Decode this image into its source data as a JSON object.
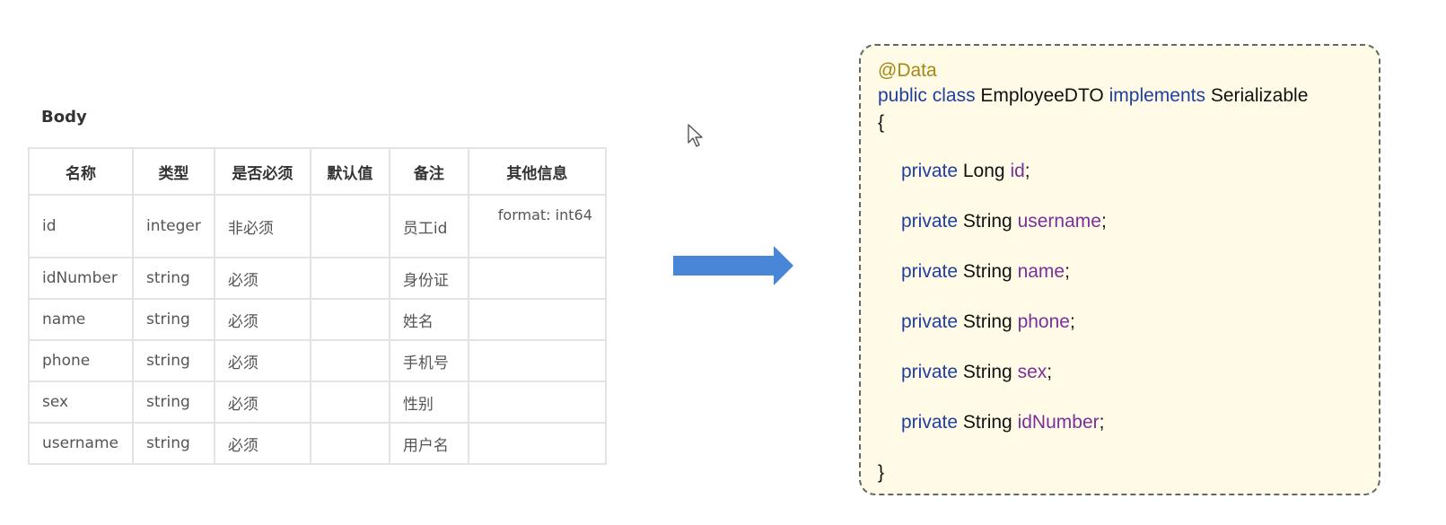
{
  "body_section": {
    "title": "Body",
    "headers": [
      "名称",
      "类型",
      "是否必须",
      "默认值",
      "备注",
      "其他信息"
    ],
    "rows": [
      {
        "name": "id",
        "type": "integer",
        "required": "非必须",
        "default": "",
        "remark": "员工id",
        "other": "format: int64"
      },
      {
        "name": "idNumber",
        "type": "string",
        "required": "必须",
        "default": "",
        "remark": "身份证",
        "other": ""
      },
      {
        "name": "name",
        "type": "string",
        "required": "必须",
        "default": "",
        "remark": "姓名",
        "other": ""
      },
      {
        "name": "phone",
        "type": "string",
        "required": "必须",
        "default": "",
        "remark": "手机号",
        "other": ""
      },
      {
        "name": "sex",
        "type": "string",
        "required": "必须",
        "default": "",
        "remark": "性别",
        "other": ""
      },
      {
        "name": "username",
        "type": "string",
        "required": "必须",
        "default": "",
        "remark": "用户名",
        "other": ""
      }
    ]
  },
  "code": {
    "annotation": "@Data",
    "public_kw": "public",
    "class_kw": "class",
    "class_name": "EmployeeDTO",
    "implements_kw": "implements",
    "interface_name": "Serializable",
    "open_brace": "{",
    "close_brace": "}",
    "fields": [
      {
        "modifier": "private",
        "type": "Long",
        "name": "id",
        "semicolon": ";"
      },
      {
        "modifier": "private",
        "type": "String",
        "name": "username",
        "semicolon": ";"
      },
      {
        "modifier": "private",
        "type": "String",
        "name": "name",
        "semicolon": ";"
      },
      {
        "modifier": "private",
        "type": "String",
        "name": "phone",
        "semicolon": ";"
      },
      {
        "modifier": "private",
        "type": "String",
        "name": "sex",
        "semicolon": ";"
      },
      {
        "modifier": "private",
        "type": "String",
        "name": "idNumber",
        "semicolon": ";"
      }
    ]
  },
  "colors": {
    "arrow": "#4a86d8",
    "code_background": "#fffbe6",
    "keyword": "#1f3fa0",
    "field": "#7c2f9a",
    "annotation": "#a48716",
    "table_border": "#e3e3e3"
  },
  "icons": {
    "arrow": "right-arrow-icon",
    "cursor": "mouse-pointer-icon"
  }
}
